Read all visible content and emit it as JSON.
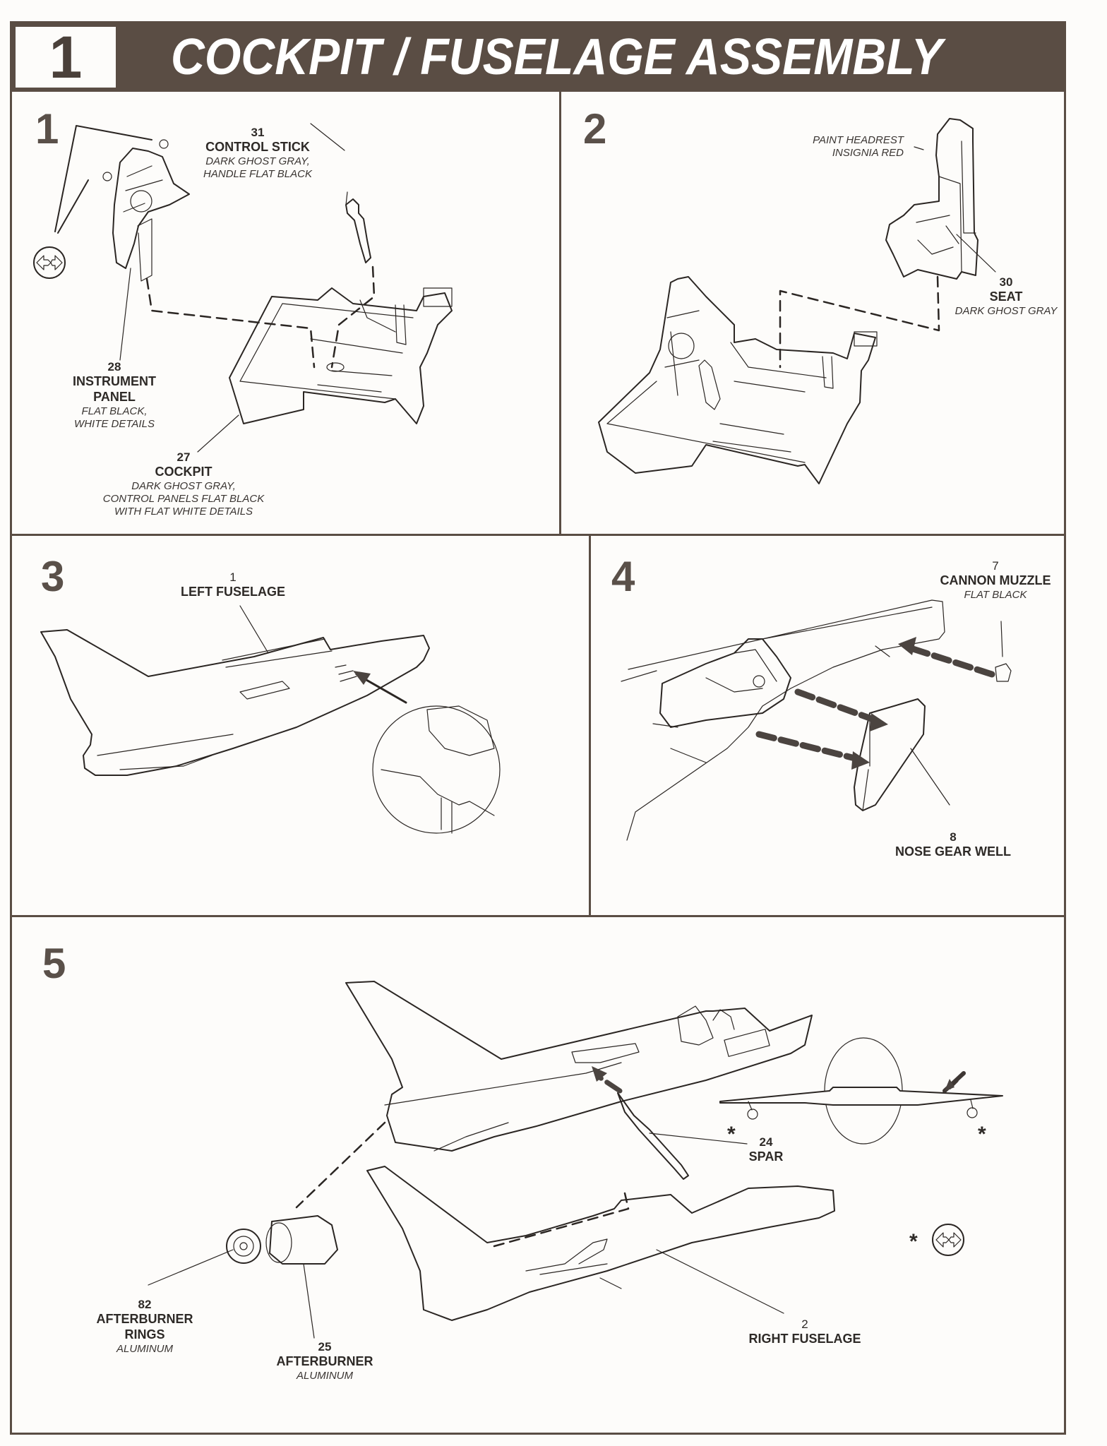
{
  "header": {
    "step_number": "1",
    "title": "COCKPIT / FUSELAGE ASSEMBLY"
  },
  "colors": {
    "frame": "#5a4d44",
    "paper": "#fdfcfa",
    "ink": "#2b2623"
  },
  "panels": [
    {
      "number": "1",
      "icon": "glue-icon",
      "parts": [
        {
          "num": "31",
          "name": "CONTROL STICK",
          "paint": [
            "DARK GHOST GRAY,",
            "HANDLE FLAT BLACK"
          ]
        },
        {
          "num": "28",
          "name": "INSTRUMENT PANEL",
          "name_lines": [
            "INSTRUMENT",
            "PANEL"
          ],
          "paint": [
            "FLAT BLACK,",
            "WHITE DETAILS"
          ]
        },
        {
          "num": "27",
          "name": "COCKPIT",
          "paint": [
            "DARK GHOST GRAY,",
            "CONTROL PANELS FLAT BLACK",
            "WITH FLAT WHITE DETAILS"
          ]
        }
      ]
    },
    {
      "number": "2",
      "note": [
        "PAINT HEADREST",
        "INSIGNIA RED"
      ],
      "parts": [
        {
          "num": "30",
          "name": "SEAT",
          "paint": [
            "DARK GHOST GRAY"
          ]
        }
      ]
    },
    {
      "number": "3",
      "parts": [
        {
          "num": "1",
          "name": "LEFT FUSELAGE"
        }
      ]
    },
    {
      "number": "4",
      "parts": [
        {
          "num": "7",
          "name": "CANNON MUZZLE",
          "paint": [
            "FLAT BLACK"
          ]
        },
        {
          "num": "8",
          "name": "NOSE GEAR WELL"
        }
      ]
    },
    {
      "number": "5",
      "asterisk": "*",
      "icon": "glue-icon",
      "parts": [
        {
          "num": "24",
          "name": "SPAR"
        },
        {
          "num": "82",
          "name_lines": [
            "AFTERBURNER",
            "RINGS"
          ],
          "paint": [
            "ALUMINUM"
          ]
        },
        {
          "num": "25",
          "name": "AFTERBURNER",
          "paint": [
            "ALUMINUM"
          ]
        },
        {
          "num": "2",
          "name": "RIGHT FUSELAGE"
        }
      ]
    }
  ]
}
